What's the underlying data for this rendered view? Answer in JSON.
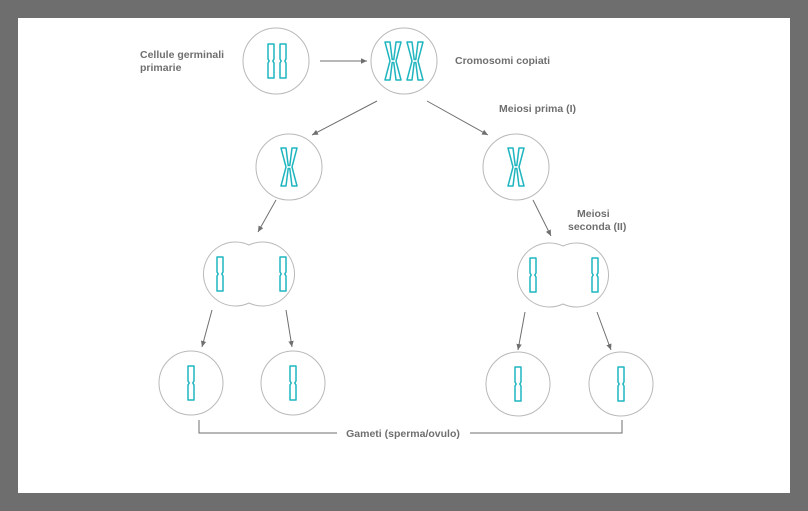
{
  "labels": {
    "primary_germ_cells_line1": "Cellule germinali",
    "primary_germ_cells_line2": "primarie",
    "copied_chromosomes": "Cromosomi copiati",
    "meiosis_one": "Meiosi prima (I)",
    "meiosis_two_line1": "Meiosi",
    "meiosis_two_line2": "seconda (II)",
    "gametes": "Gameti (sperma/ovulo)"
  },
  "colors": {
    "frame": "#6e6e6e",
    "background": "#ffffff",
    "cell_outline": "#b9b9b9",
    "chromosome": "#1fb5bf",
    "text": "#6f6f6f"
  }
}
